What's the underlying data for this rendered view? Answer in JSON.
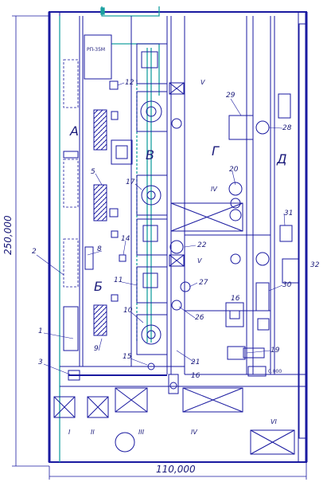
{
  "dimensions": {
    "height_label": "250,000",
    "width_label": "110,000"
  },
  "zones": {
    "A": "А",
    "B": "Б",
    "V": "В",
    "G": "Г",
    "D": "Д"
  },
  "cabinet_label": "РП-35М",
  "callouts": [
    "1",
    "2",
    "3",
    "5",
    "8",
    "9",
    "10",
    "11",
    "12",
    "14",
    "15",
    "16",
    "16",
    "17",
    "19",
    "20",
    "21",
    "22",
    "26",
    "27",
    "28",
    "29",
    "30",
    "31",
    "32"
  ],
  "roman_labels": [
    "I",
    "II",
    "III",
    "IV",
    "V",
    "V",
    "IV",
    "VI"
  ],
  "stamp_label": "0.000",
  "colors": {
    "line": "#1a1aa0",
    "pipe": "#1aa0a0",
    "accent": "#3a3ad0"
  }
}
